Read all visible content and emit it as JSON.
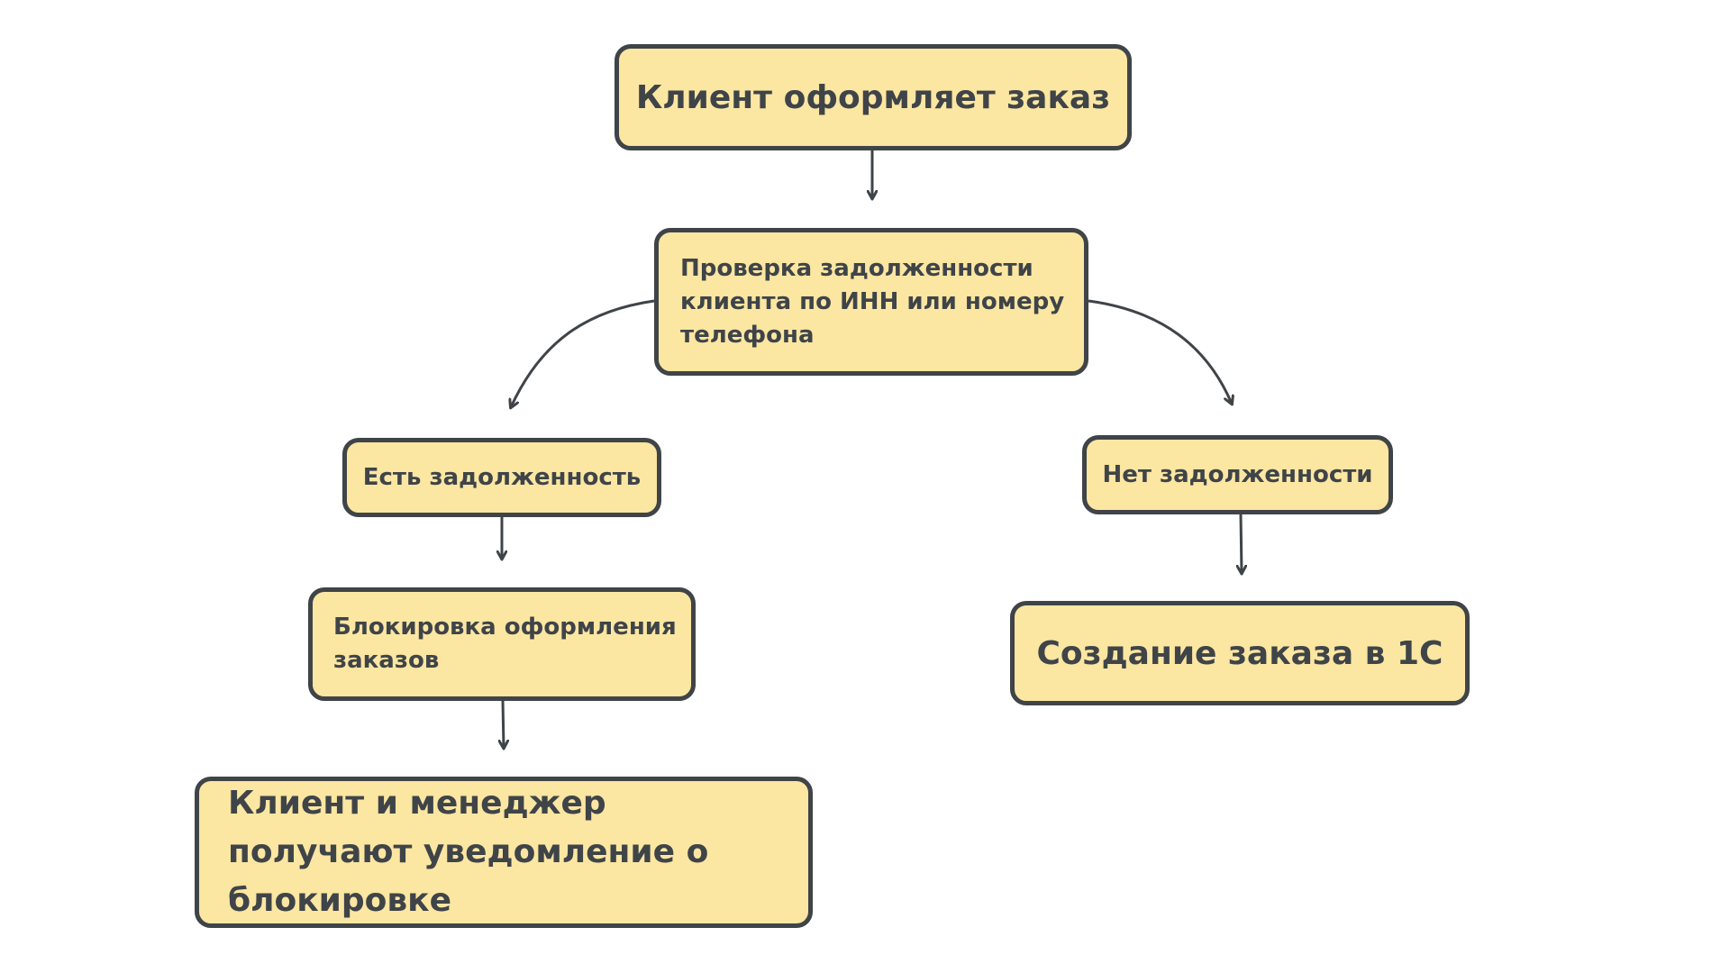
{
  "diagram": {
    "type": "flowchart",
    "colors": {
      "node_fill": "#fbe6a2",
      "node_border": "#3f4448",
      "text": "#3f4448",
      "arrow": "#3f4448"
    },
    "nodes": {
      "start": "Клиент оформляет заказ",
      "check": "Проверка задолженности клиента по ИНН или номеру телефона",
      "debt": "Есть задолженность",
      "no_debt": "Нет задолженности",
      "block": "Блокировка оформления заказов",
      "create_order": "Создание заказа в 1С",
      "notify": "Клиент и менеджер получают уведомление о блокировке"
    },
    "edges": [
      {
        "from": "start",
        "to": "check"
      },
      {
        "from": "check",
        "to": "debt"
      },
      {
        "from": "check",
        "to": "no_debt"
      },
      {
        "from": "debt",
        "to": "block"
      },
      {
        "from": "block",
        "to": "notify"
      },
      {
        "from": "no_debt",
        "to": "create_order"
      }
    ]
  }
}
